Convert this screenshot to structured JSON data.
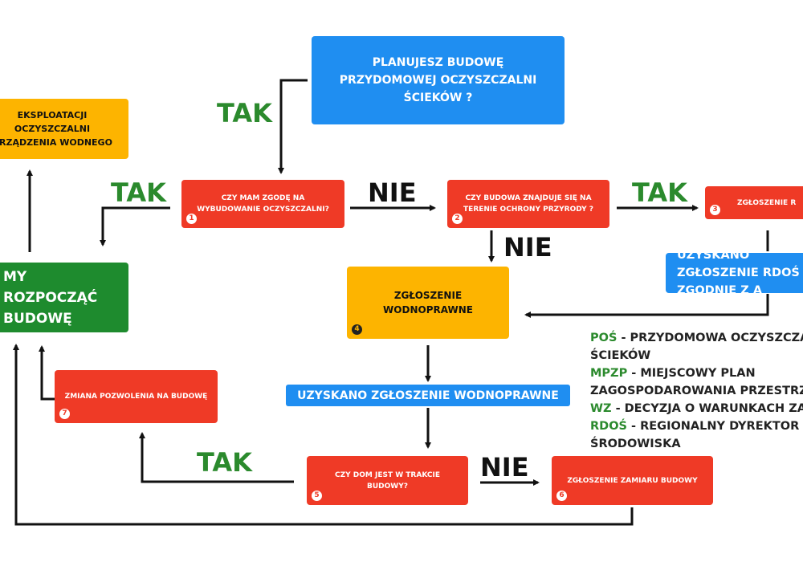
{
  "boxes": {
    "start": "PLANUJESZ BUDOWĘ PRZYDOMOWEJ OCZYSZCZALNI ŚCIEKÓW ?",
    "exploitation": "EKSPLOATACJI OCZYSZCZALNI URZĄDZENIA WODNEGO",
    "q1": "CZY MAM ZGODĘ NA WYBUDOWANIE OCZYSZCZALNI?",
    "q2": "CZY BUDOWA ZNAJDUJE SIĘ NA TERENIE OCHRONY PRZYRODY ?",
    "b3": "ZGŁOSZENIE R",
    "rdos": "UZYSKANO ZGŁOSZENIE RDOŚ ZGODNIE Z A",
    "begin": "MY ROZPOCZĄĆ BUDOWĘ",
    "b4": "ZGŁOSZENIE WODNOPRAWNE",
    "uzyskano": "UZYSKANO ZGŁOSZENIE WODNOPRAWNE",
    "b7": "ZMIANA POZWOLENIA NA BUDOWĘ",
    "q5": "CZY DOM JEST W TRAKCIE BUDOWY?",
    "b6": "ZGŁOSZENIE ZAMIARU BUDOWY"
  },
  "numbers": {
    "n1": "1",
    "n2": "2",
    "n3": "3",
    "n4": "4",
    "n5": "5",
    "n6": "6",
    "n7": "7"
  },
  "labels": {
    "tak": "TAK",
    "nie": "NIE"
  },
  "legend": [
    {
      "abbr": "POŚ",
      "lines": [
        " - PRZYDOMOWA OCZYSZCZALN",
        "ŚCIEKÓW"
      ]
    },
    {
      "abbr": "MPZP",
      "lines": [
        " - MIEJSCOWY PLAN",
        "ZAGOSPODAROWANIA PRZESTRZE"
      ]
    },
    {
      "abbr": "WZ",
      "lines": [
        " - DECYZJA O WARUNKACH ZABU"
      ]
    },
    {
      "abbr": "RDOŚ",
      "lines": [
        " - REGIONALNY DYREKTOR OC",
        "ŚRODOWISKA"
      ]
    }
  ],
  "colors": {
    "blue": "#1f8ef1",
    "red": "#ef3a26",
    "orange": "#fdb400",
    "green": "#1e8b2e",
    "tak": "#2b8a2d"
  }
}
